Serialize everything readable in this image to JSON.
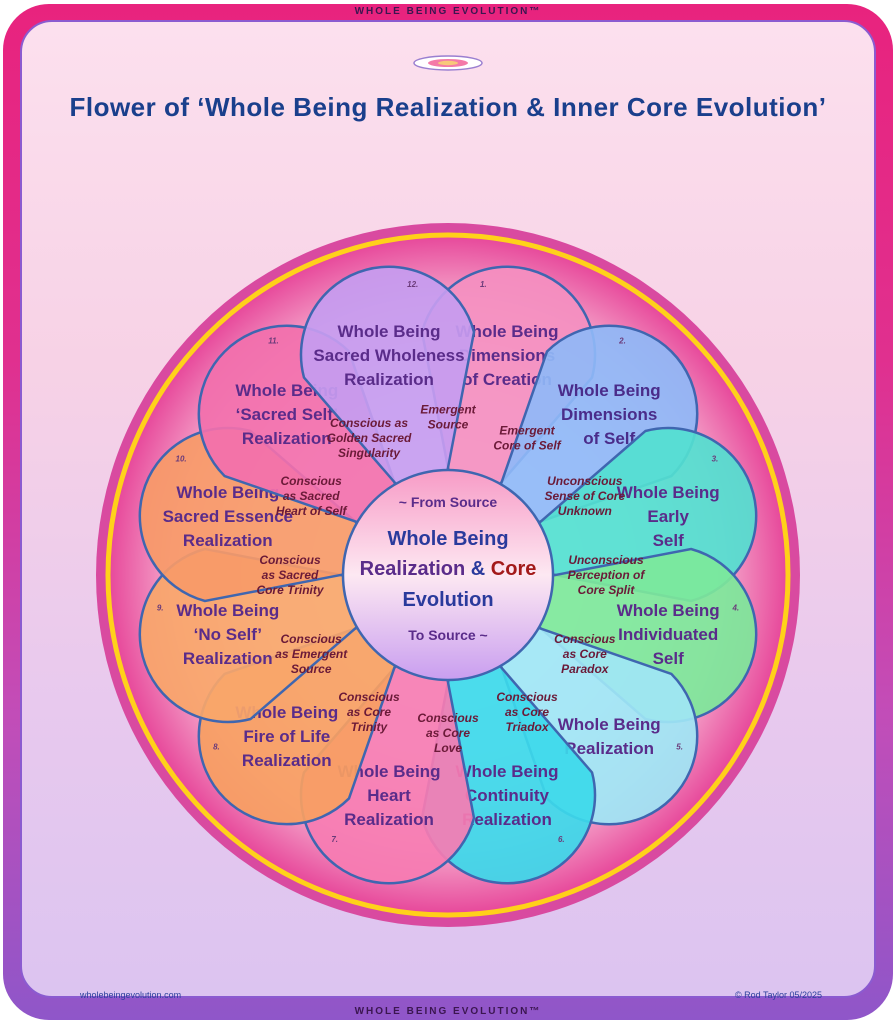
{
  "brand": {
    "top": "WHOLE BEING EVOLUTION™",
    "bottom": "WHOLE BEING EVOLUTION™"
  },
  "title": "Flower of ‘Whole Being Realization & Inner Core Evolution’",
  "footer": {
    "website": "wholebeingevolution.com",
    "copyright": "© Rod Taylor 05/2025"
  },
  "center": {
    "line1": "~ From Source",
    "line2": "Whole Being",
    "line3a": "Realization",
    "line3b": "& ",
    "line3c": "Core",
    "line4": "Evolution",
    "line5": "To Source ~"
  },
  "petals": [
    {
      "num": "1.",
      "lines": [
        "Whole Being",
        "Dimensions",
        "of Creation"
      ],
      "color": "#f48fc0",
      "text_color": "#5a2c8a"
    },
    {
      "num": "2.",
      "lines": [
        "Whole Being",
        "Dimensions",
        "of Self"
      ],
      "color": "#8fb8f7",
      "text_color": "#4a2c8a"
    },
    {
      "num": "3.",
      "lines": [
        "Whole Being",
        "Early",
        "Self"
      ],
      "color": "#52e0d0",
      "text_color": "#5a2c8a"
    },
    {
      "num": "4.",
      "lines": [
        "Whole Being",
        "Individuated",
        "Self"
      ],
      "color": "#7de89a",
      "text_color": "#5a2c8a"
    },
    {
      "num": "5.",
      "lines": [
        "Whole Being",
        "Realization"
      ],
      "color": "#9fe6f5",
      "text_color": "#5a2c8a"
    },
    {
      "num": "6.",
      "lines": [
        "Whole Being",
        "Continuity",
        "Realization"
      ],
      "color": "#3cd9ea",
      "text_color": "#5a2c8a"
    },
    {
      "num": "7.",
      "lines": [
        "Whole Being",
        "Heart",
        "Realization"
      ],
      "color": "#f67cb2",
      "text_color": "#5a2c8a"
    },
    {
      "num": "8.",
      "lines": [
        "Whole Being",
        "Fire of Life",
        "Realization"
      ],
      "color": "#f7a062",
      "text_color": "#5a2c8a"
    },
    {
      "num": "9.",
      "lines": [
        "Whole Being",
        "‘No Self’",
        "Realization"
      ],
      "color": "#f8a66a",
      "text_color": "#5a2c8a"
    },
    {
      "num": "10.",
      "lines": [
        "Whole Being",
        "Sacred Essence",
        "Realization"
      ],
      "color": "#f79a68",
      "text_color": "#5a2c8a"
    },
    {
      "num": "11.",
      "lines": [
        "Whole Being",
        "‘Sacred Self’",
        "Realization"
      ],
      "color": "#f270ac",
      "text_color": "#5a2c8a"
    },
    {
      "num": "12.",
      "lines": [
        "Whole Being",
        "Sacred Wholeness",
        "Realization"
      ],
      "color": "#c69cf0",
      "text_color": "#5a2c8a"
    }
  ],
  "rays": [
    {
      "lines": [
        "Emergent",
        "Source"
      ]
    },
    {
      "lines": [
        "Emergent",
        "Core of Self"
      ]
    },
    {
      "lines": [
        "Unconscious",
        "Sense of Core",
        "Unknown"
      ]
    },
    {
      "lines": [
        "Unconscious",
        "Perception of",
        "Core Split"
      ]
    },
    {
      "lines": [
        "Conscious",
        "as Core",
        "Paradox"
      ]
    },
    {
      "lines": [
        "Conscious",
        "as Core",
        "Triadox"
      ]
    },
    {
      "lines": [
        "Conscious",
        "as Core",
        "Love"
      ]
    },
    {
      "lines": [
        "Conscious",
        "as Core",
        "Trinity"
      ]
    },
    {
      "lines": [
        "Conscious",
        "as Emergent",
        "Source"
      ]
    },
    {
      "lines": [
        "Conscious",
        "as Sacred",
        "Core Trinity"
      ]
    },
    {
      "lines": [
        "Conscious",
        "as Sacred",
        "Heart of Self"
      ]
    },
    {
      "lines": [
        "Conscious as",
        "Golden Sacred",
        "Singularity"
      ]
    }
  ]
}
